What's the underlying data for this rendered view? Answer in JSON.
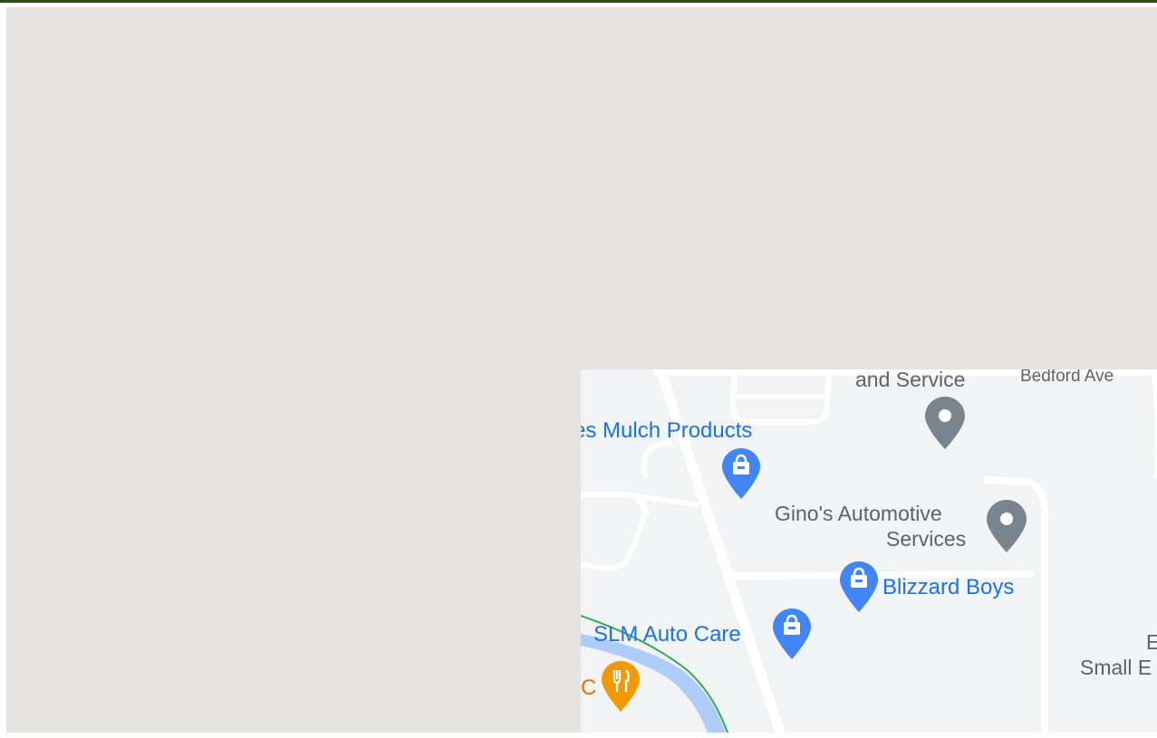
{
  "map": {
    "roads": {
      "bedford_ave": "Bedford Ave"
    },
    "places": {
      "and_service": "and Service",
      "mulch_products": "es Mulch Products",
      "ginos_line1": "Gino's Automotive",
      "ginos_line2": "Services",
      "blizzard_boys": "Blizzard Boys",
      "slm_auto_care": "SLM Auto Care",
      "partial_c": "C",
      "partial_e": "E",
      "partial_small": "Small E"
    },
    "colors": {
      "background": "#e5e3df",
      "tile": "#f1f3f4",
      "road": "#ffffff",
      "shop_pin": "#4285f4",
      "generic_pin": "#78858f",
      "restaurant_pin": "#f29900",
      "water": "#aecbfa",
      "trail": "#34a853"
    },
    "icons": {
      "shop": "shopping-bag-icon",
      "generic": "place-pin-icon",
      "restaurant": "fork-knife-icon"
    }
  }
}
